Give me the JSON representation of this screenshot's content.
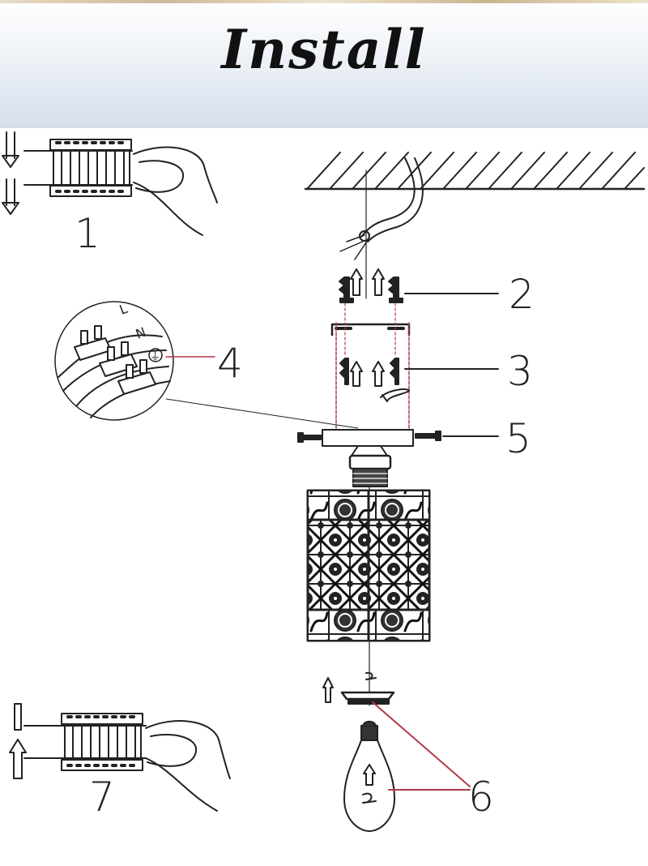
{
  "title": "Install",
  "steps": {
    "s1": "1",
    "s2": "2",
    "s3": "3",
    "s4": "4",
    "s5": "5",
    "s6": "6",
    "s7": "7"
  },
  "terminal_marks": {
    "l": "L",
    "n": "N",
    "ground": "⏚"
  },
  "colors": {
    "line": "#222222",
    "red_guide": "#b03a48",
    "header_top": "#ffffff",
    "header_bottom": "#d4deeb"
  }
}
